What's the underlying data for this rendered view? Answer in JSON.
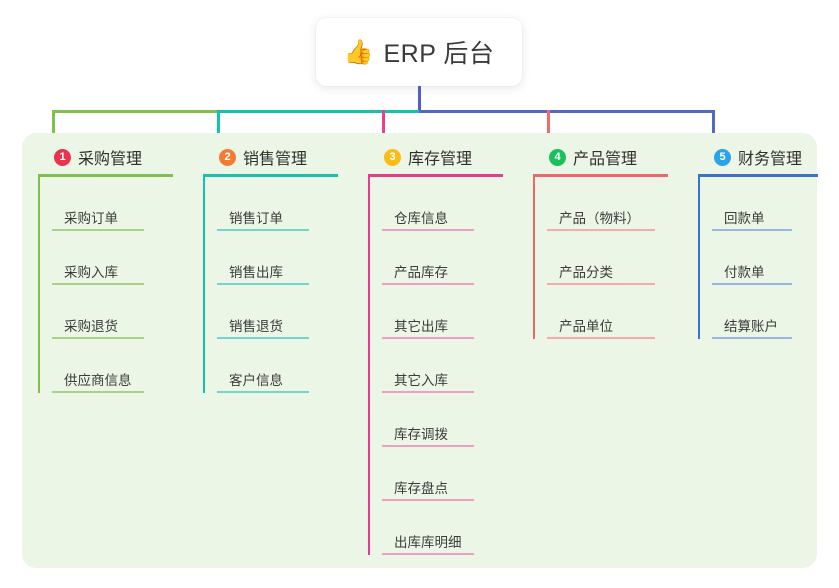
{
  "root": {
    "icon": "thumbs-up-icon",
    "emoji": "👍",
    "title": "ERP 后台"
  },
  "palette": {
    "panel_bg": "#ecf6e6",
    "page_bg": "#ffffff",
    "root_stem": "#4f5fc4",
    "bar_green": "#7ec24a",
    "bar_teal": "#14c2af",
    "bar_blue": "#5268c8",
    "drop_green": "#7ec24a",
    "drop_teal": "#14c2af",
    "drop_pink": "#ec3f8e",
    "drop_red": "#f26a6a",
    "drop_blue": "#5268c8"
  },
  "columns": [
    {
      "number": "1",
      "title": "采购管理",
      "badge_color": "#e8344e",
      "line_color": "#7ec24a",
      "leaf_line_color": "#a8d28a",
      "items": [
        "采购订单",
        "采购入库",
        "采购退货",
        "供应商信息"
      ]
    },
    {
      "number": "2",
      "title": "销售管理",
      "badge_color": "#f47b33",
      "line_color": "#14c2af",
      "leaf_line_color": "#72d6c9",
      "items": [
        "销售订单",
        "销售出库",
        "销售退货",
        "客户信息"
      ]
    },
    {
      "number": "3",
      "title": "库存管理",
      "badge_color": "#fbbc16",
      "line_color": "#e83b8c",
      "leaf_line_color": "#ef9ec4",
      "items": [
        "仓库信息",
        "产品库存",
        "其它出库",
        "其它入库",
        "库存调拨",
        "库存盘点",
        "出库库明细"
      ]
    },
    {
      "number": "4",
      "title": "产品管理",
      "badge_color": "#1bbf5e",
      "line_color": "#f2666a",
      "leaf_line_color": "#f7a9ab",
      "items": [
        "产品（物料）",
        "产品分类",
        "产品单位"
      ]
    },
    {
      "number": "5",
      "title": "财务管理",
      "badge_color": "#2aa3e8",
      "line_color": "#3b72d0",
      "leaf_line_color": "#9bb6e2",
      "items": [
        "回款单",
        "付款单",
        "结算账户"
      ]
    }
  ]
}
